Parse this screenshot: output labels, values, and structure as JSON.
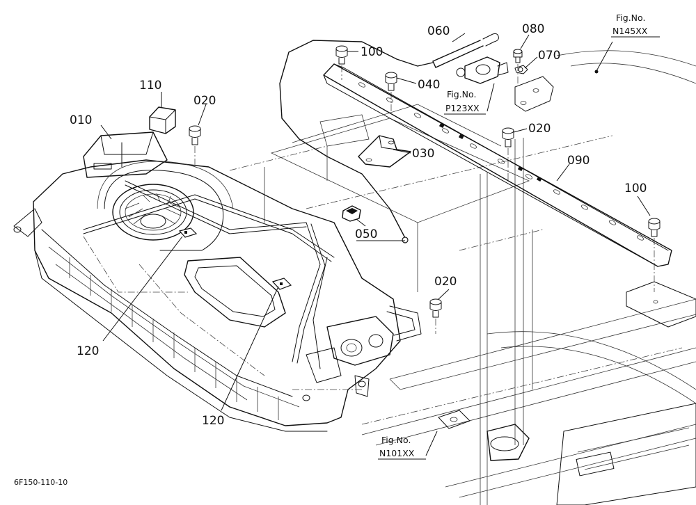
{
  "drawing_code": "6F150-110-10",
  "part_labels": {
    "p010": "010",
    "p020a": "020",
    "p020b": "020",
    "p020c": "020",
    "p030": "030",
    "p040": "040",
    "p050": "050",
    "p060": "060",
    "p070": "070",
    "p080": "080",
    "p090": "090",
    "p100a": "100",
    "p100b": "100",
    "p110": "110",
    "p120a": "120",
    "p120b": "120"
  },
  "figure_refs": {
    "n145": {
      "caption": "Fig.No.",
      "code": "N145XX"
    },
    "p123": {
      "caption": "Fig.No.",
      "code": "P123XX"
    },
    "n101": {
      "caption": "Fig.No.",
      "code": "N101XX"
    }
  }
}
